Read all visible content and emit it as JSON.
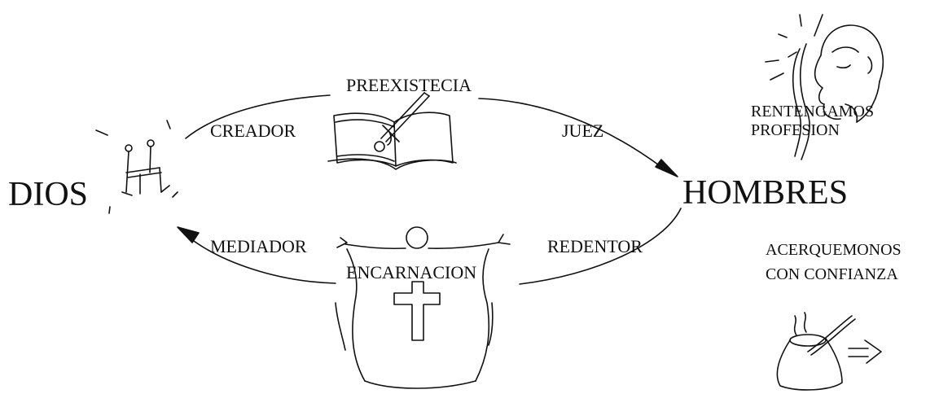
{
  "diagram": {
    "center_left": "DIOS",
    "center_right": "HOMBRES",
    "top_center": "PREEXISTECIA",
    "top_left": "CREADOR",
    "top_right": "JUEZ",
    "bottom_left": "MEDIADOR",
    "bottom_right": "REDENTOR",
    "bottom_center": "ENCARNACION"
  },
  "side_notes": {
    "upper_line1": "RENTENGAMOS",
    "upper_line2": "PROFESION",
    "lower_line1": "ACERQUEMONOS",
    "lower_line2": "CON CONFIANZA"
  },
  "sketches": {
    "throne": "throne-icon",
    "book_and_sword": "book-sword-icon",
    "figure": "priest-figure-icon",
    "face": "shouting-face-icon",
    "incense": "incense-burner-icon",
    "arrow": "right-arrow-icon"
  },
  "colors": {
    "ink": "#111111",
    "background": "#ffffff"
  }
}
